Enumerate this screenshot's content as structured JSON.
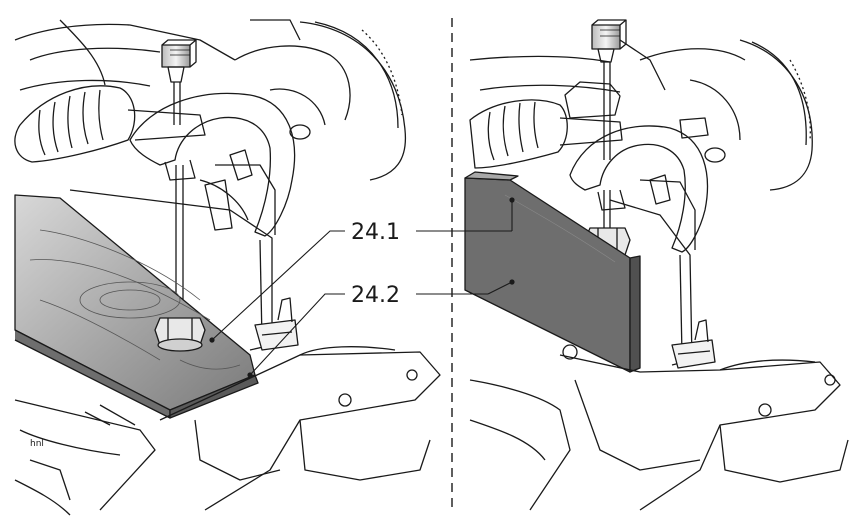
{
  "figure": {
    "panels": [
      "left",
      "right"
    ],
    "callouts": [
      {
        "id": "24.1",
        "label": "24.1"
      },
      {
        "id": "24.2",
        "label": "24.2"
      }
    ],
    "colors": {
      "line": "#1a1a1a",
      "wood_dark": "#6e6e6e",
      "wood_light": "#c9c9c9",
      "background": "#ffffff"
    }
  }
}
